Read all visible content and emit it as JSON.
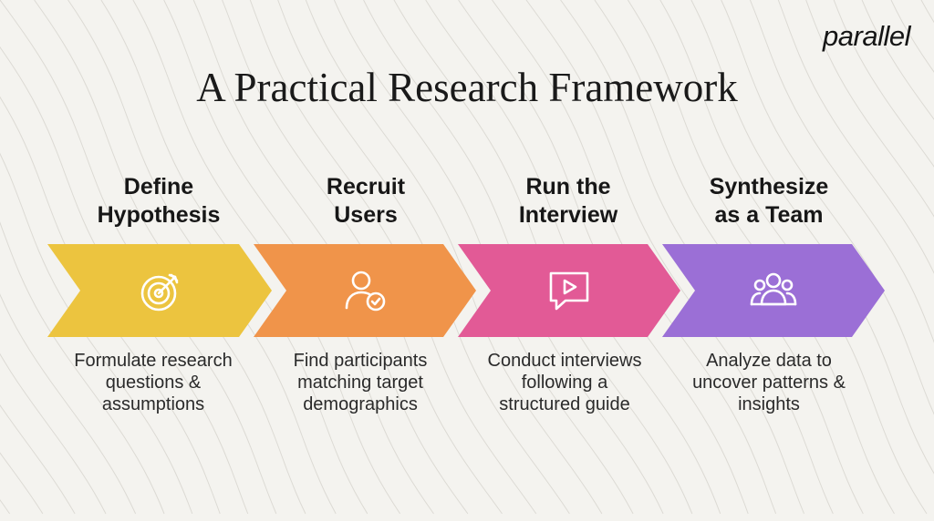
{
  "logo": "parallel",
  "title": "A Practical Research Framework",
  "steps": [
    {
      "title": "Define\nHypothesis",
      "description": "Formulate research\nquestions &\nassumptions",
      "icon": "target-icon",
      "color": "#ecc43f"
    },
    {
      "title": "Recruit\nUsers",
      "description": "Find participants\nmatching target\ndemographics",
      "icon": "user-check-icon",
      "color": "#f0944a"
    },
    {
      "title": "Run the\nInterview",
      "description": "Conduct interviews\nfollowing a\nstructured guide",
      "icon": "video-chat-icon",
      "color": "#e25a96"
    },
    {
      "title": "Synthesize\nas a Team",
      "description": "Analyze data to\nuncover patterns &\ninsights",
      "icon": "team-icon",
      "color": "#9b6fd6"
    }
  ]
}
